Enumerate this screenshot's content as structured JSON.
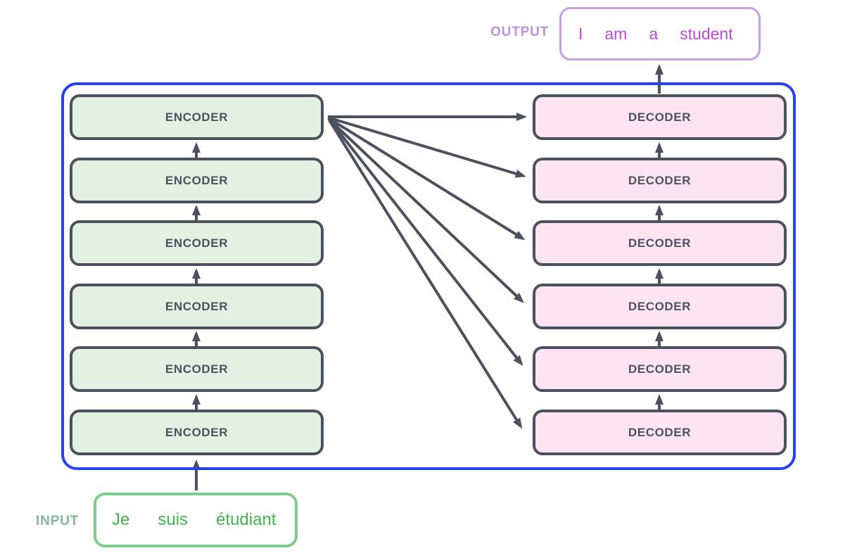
{
  "encoders": [
    "ENCODER",
    "ENCODER",
    "ENCODER",
    "ENCODER",
    "ENCODER",
    "ENCODER"
  ],
  "decoders": [
    "DECODER",
    "DECODER",
    "DECODER",
    "DECODER",
    "DECODER",
    "DECODER"
  ],
  "input": {
    "label": "INPUT",
    "words": [
      "Je",
      "suis",
      "étudiant"
    ]
  },
  "output": {
    "label": "OUTPUT",
    "words": [
      "I",
      "am",
      "a",
      "student"
    ]
  },
  "colors": {
    "container_border": "#2742f0",
    "block_border": "#4b525e",
    "block_text": "#4b525e",
    "arrow": "#4b525e",
    "encoder_fill": "#e4f1e2",
    "decoder_fill": "#fce4f0",
    "input_border": "#7ecd8e",
    "input_text": "#41b34d",
    "input_label": "#85b894",
    "output_border": "#c9a0dc",
    "output_text": "#bb4ad4",
    "output_label": "#bf90d8"
  }
}
